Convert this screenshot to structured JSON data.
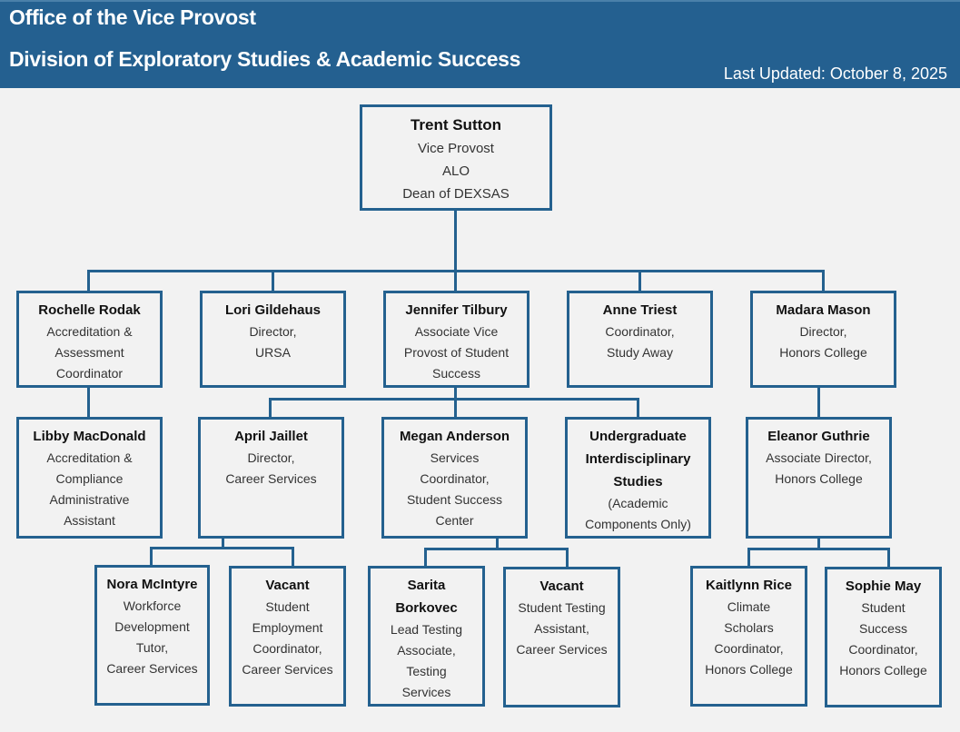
{
  "header": {
    "line1": "Office of the Vice Provost",
    "line2": "Division of Exploratory Studies & Academic Success",
    "last_updated": "Last Updated: October 8, 2025"
  },
  "colors": {
    "header_bg": "#246090",
    "box_border": "#24618f",
    "background": "#f2f2f2"
  },
  "org": {
    "trent": {
      "name": "Trent Sutton",
      "title": [
        "Vice Provost",
        "ALO",
        "Dean of DEXSAS"
      ]
    },
    "rochelle": {
      "name": "Rochelle Rodak",
      "title": [
        "Accreditation &",
        "Assessment",
        "Coordinator"
      ]
    },
    "lori": {
      "name": "Lori Gildehaus",
      "title": [
        "Director,",
        "URSA"
      ]
    },
    "jennifer": {
      "name": "Jennifer Tilbury",
      "title": [
        "Associate Vice",
        "Provost of Student",
        "Success"
      ]
    },
    "anne": {
      "name": "Anne Triest",
      "title": [
        "Coordinator,",
        "Study Away"
      ]
    },
    "madara": {
      "name": "Madara Mason",
      "title": [
        "Director,",
        "Honors College"
      ]
    },
    "libby": {
      "name": "Libby MacDonald",
      "title": [
        "Accreditation &",
        "Compliance",
        "Administrative",
        "Assistant"
      ]
    },
    "april": {
      "name": "April Jaillet",
      "title": [
        "Director,",
        "Career Services"
      ]
    },
    "megan": {
      "name": "Megan Anderson",
      "title": [
        "Services",
        "Coordinator,",
        "Student Success",
        "Center"
      ]
    },
    "uis": {
      "name": [
        "Undergraduate",
        "Interdisciplinary",
        "Studies"
      ],
      "title": [
        "(Academic",
        "Components Only)"
      ]
    },
    "eleanor": {
      "name": "Eleanor Guthrie",
      "title": [
        "Associate Director,",
        "Honors College"
      ]
    },
    "nora": {
      "name": "Nora McIntyre",
      "title": [
        "Workforce",
        "Development",
        "Tutor,",
        "Career Services"
      ]
    },
    "vacant1": {
      "name": "Vacant",
      "title": [
        "Student",
        "Employment",
        "Coordinator,",
        "Career Services"
      ]
    },
    "sarita": {
      "name": [
        "Sarita",
        "Borkovec"
      ],
      "title": [
        "Lead Testing",
        "Associate,",
        "Testing",
        "Services"
      ]
    },
    "vacant2": {
      "name": "Vacant",
      "title": [
        "Student Testing",
        "Assistant,",
        "Career Services"
      ]
    },
    "kaitlynn": {
      "name": "Kaitlynn Rice",
      "title": [
        "Climate",
        "Scholars",
        "Coordinator,",
        "Honors College"
      ]
    },
    "sophie": {
      "name": "Sophie May",
      "title": [
        "Student",
        "Success",
        "Coordinator,",
        "Honors College"
      ]
    }
  }
}
